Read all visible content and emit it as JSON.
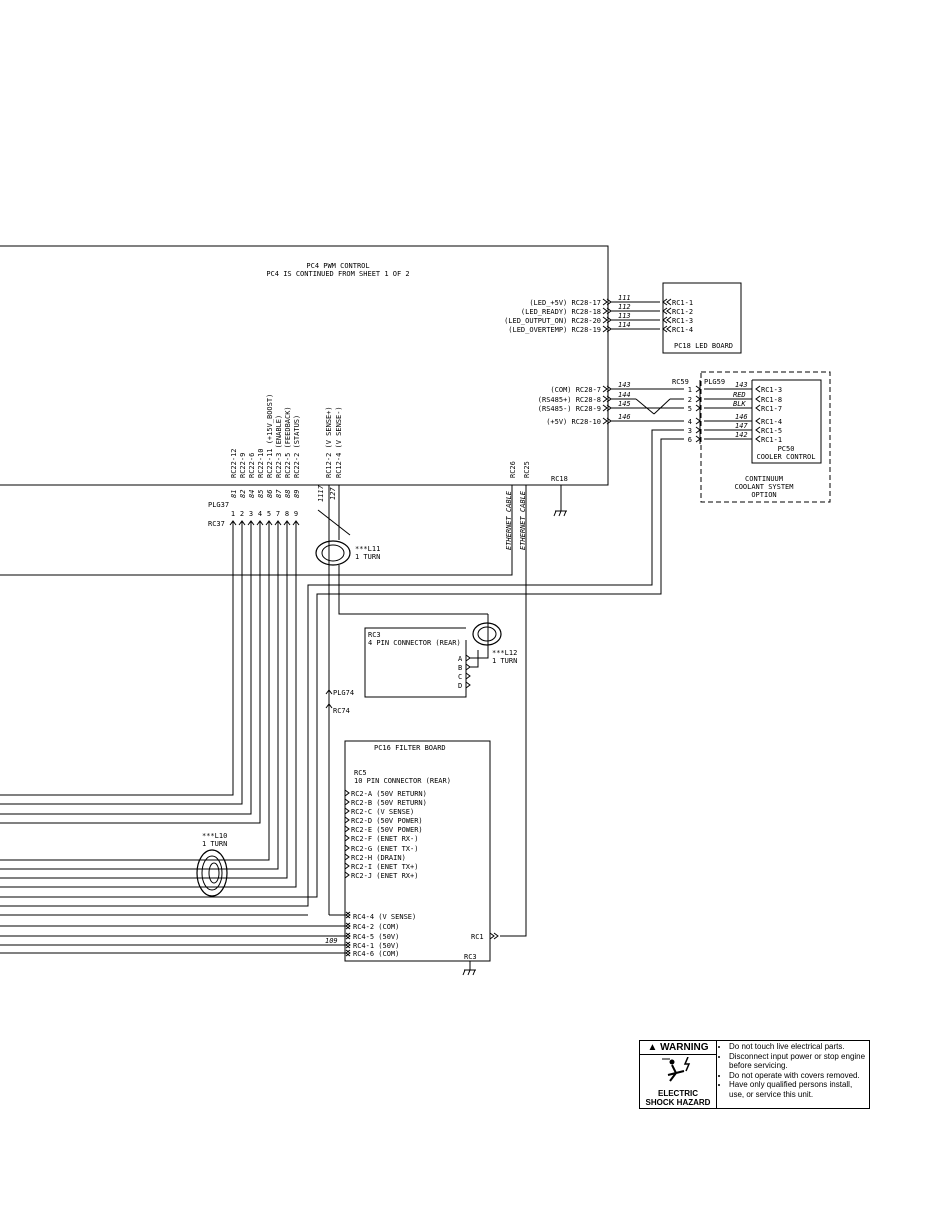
{
  "pc4": {
    "title": "PC4 PWM CONTROL",
    "subtitle": "PC4 IS CONTINUED FROM SHEET 1 OF 2"
  },
  "led_board": {
    "title": "PC18 LED BOARD",
    "signals": [
      {
        "label": "(LED_+5V) RC28-17",
        "wire": "111",
        "pin": "RC1-1"
      },
      {
        "label": "(LED_READY) RC28-18",
        "wire": "112",
        "pin": "RC1-2"
      },
      {
        "label": "(LED_OUTPUT_ON) RC28-20",
        "wire": "113",
        "pin": "RC1-3"
      },
      {
        "label": "(LED_OVERTEMP) RC28-19",
        "wire": "114",
        "pin": "RC1-4"
      }
    ]
  },
  "cooler": {
    "rc59": "RC59",
    "plg59": "PLG59",
    "signals": [
      {
        "label": "(COM) RC28-7",
        "wire": "143",
        "pin": "1"
      },
      {
        "label": "(RS485+) RC28-8",
        "wire": "144",
        "pin": "2"
      },
      {
        "label": "(RS485-) RC28-9",
        "wire": "145",
        "pin": "5"
      },
      {
        "label": "(+5V) RC28-10",
        "wire": "146",
        "pin": "4"
      }
    ],
    "extra_pins": [
      "3",
      "6"
    ],
    "right_wires": [
      "143",
      "RED",
      "BLK",
      "146",
      "147",
      "142"
    ],
    "right_pins": [
      "RC1-3",
      "RC1-8",
      "RC1-7",
      "RC1-4",
      "RC1-5",
      "RC1-1"
    ],
    "pc50_line1": "PC50",
    "pc50_line2": "COOLER CONTROL",
    "option_line1": "CONTINUUM",
    "option_line2": "COOLANT SYSTEM",
    "option_line3": "OPTION"
  },
  "plg37": {
    "plg_label": "PLG37",
    "rc_label": "RC37",
    "column_labels": [
      "RC22-12",
      "RC22-9",
      "RC22-6",
      "RC22-10",
      "RC22-11 (+15V_BOOST)",
      "RC22-3 (ENABLE)",
      "RC22-5 (FEEDBACK)",
      "RC22-2 (STATUS)"
    ],
    "wire_numbers": [
      "81",
      "82",
      "84",
      "85",
      "86",
      "87",
      "88",
      "89"
    ],
    "pins": [
      "1",
      "2",
      "3",
      "4",
      "5",
      "7",
      "8",
      "9"
    ]
  },
  "rc12": {
    "labels": [
      "RC12-2 (V SENSE+)",
      "RC12-4 (V SENSE-)"
    ],
    "wires": [
      "1117",
      "127"
    ]
  },
  "ethernet": {
    "rc26": "RC26",
    "rc25": "RC25",
    "cable_label": "ETHERNET CABLE",
    "rc18": "RC18"
  },
  "l11": {
    "name": "***L11",
    "turns": "1 TURN"
  },
  "l12": {
    "name": "***L12",
    "turns": "1 TURN"
  },
  "l10": {
    "name": "***L10",
    "turns": "1 TURN"
  },
  "rc3_box": {
    "title": "RC3",
    "subtitle": "4 PIN CONNECTOR (REAR)",
    "pins": [
      "A",
      "B",
      "C",
      "D"
    ]
  },
  "plg74": {
    "plg": "PLG74",
    "rc": "RC74"
  },
  "pc16": {
    "title": "PC16 FILTER BOARD",
    "rc5": "RC5",
    "rc5_desc": "10 PIN CONNECTOR (REAR)",
    "rc2_pins": [
      "RC2-A (50V RETURN)",
      "RC2-B (50V RETURN)",
      "RC2-C (V SENSE)",
      "RC2-D (50V POWER)",
      "RC2-E (50V POWER)",
      "RC2-F (ENET RX-)",
      "RC2-G (ENET TX-)",
      "RC2-H (DRAIN)",
      "RC2-I (ENET TX+)",
      "RC2-J (ENET RX+)"
    ],
    "rc4_pins": [
      "RC4-4 (V SENSE)",
      "RC4-2 (COM)",
      "RC4-5 (50V)",
      "RC4-1 (50V)",
      "RC4-6 (COM)"
    ],
    "wire_109": "109",
    "rc1": "RC1",
    "rc3": "RC3"
  },
  "warning": {
    "title": "WARNING",
    "hazard_line1": "ELECTRIC",
    "hazard_line2": "SHOCK HAZARD",
    "items": [
      "Do not touch live electrical parts.",
      "Disconnect input power or stop engine before servicing.",
      "Do not operate with covers removed.",
      "Have only qualified persons install, use, or service this unit."
    ]
  }
}
